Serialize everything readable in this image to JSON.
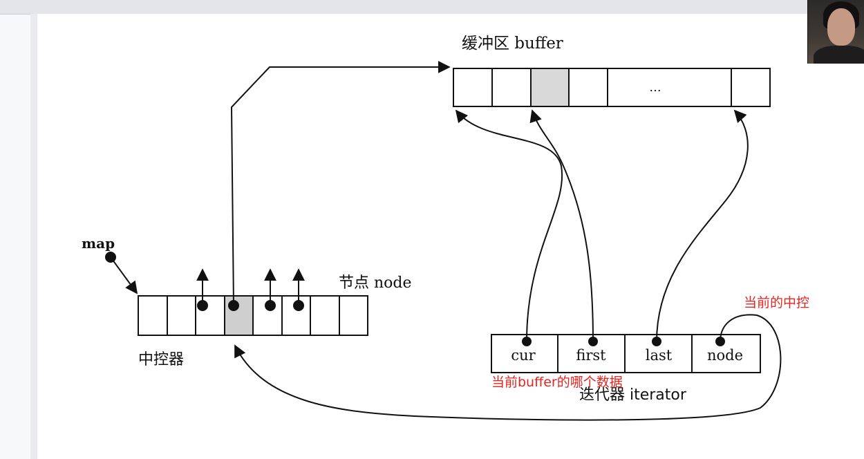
{
  "diagram": {
    "buffer_label": "缓冲区 buffer",
    "ellipsis": "...",
    "map_label": "map",
    "node_label": "节点 node",
    "controller_label": "中控器",
    "iterator_label": "迭代器 iterator",
    "iterator_fields": [
      "cur",
      "first",
      "last",
      "node"
    ]
  },
  "annotations": {
    "current_controller": "当前的中控",
    "current_buffer_data": "当前buffer的哪个数据"
  },
  "colors": {
    "annotation": "#e8231f",
    "ink": "#111111",
    "shaded_cell": "#cfcfcf"
  },
  "icons": [
    "webcam-person-icon"
  ]
}
